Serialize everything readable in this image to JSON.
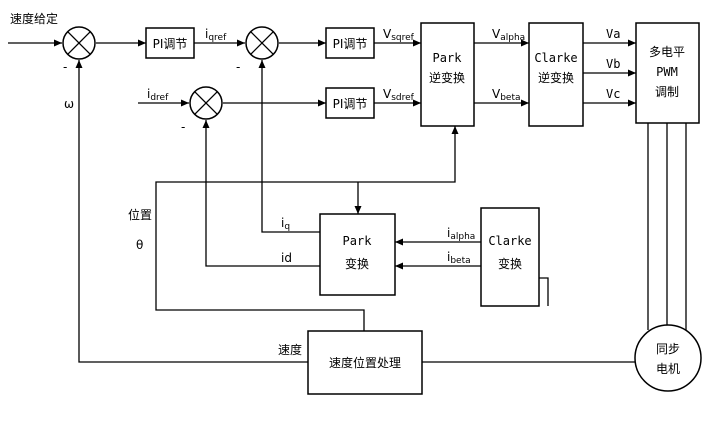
{
  "input_label": "速度给定",
  "blocks": {
    "pi1": "PI调节",
    "pi2": "PI调节",
    "pi3": "PI调节",
    "park_inv": [
      "Park",
      "逆变换"
    ],
    "clarke_inv": [
      "Clarke",
      "逆变换"
    ],
    "pwm": [
      "多电平",
      "PWM",
      "调制"
    ],
    "park": [
      "Park",
      "变换"
    ],
    "clarke": [
      "Clarke",
      "变换"
    ],
    "speed_proc": "速度位置处理",
    "motor": [
      "同步",
      "电机"
    ]
  },
  "signals": {
    "iqref": "i",
    "iqref_sub": "qref",
    "vsqref": "V",
    "vsqref_sub": "sqref",
    "idref": "i",
    "idref_sub": "dref",
    "vsdref": "V",
    "vsdref_sub": "sdref",
    "valpha": "V",
    "valpha_sub": "alpha",
    "vbeta": "V",
    "vbeta_sub": "beta",
    "va": "Va",
    "vb": "Vb",
    "vc": "Vc",
    "iq": "i",
    "iq_sub": "q",
    "id": "id",
    "ialpha": "i",
    "ialpha_sub": "alpha",
    "ibeta": "i",
    "ibeta_sub": "beta",
    "omega": "ω",
    "position": "位置",
    "theta": "θ",
    "speed": "速度",
    "minus": "-"
  }
}
